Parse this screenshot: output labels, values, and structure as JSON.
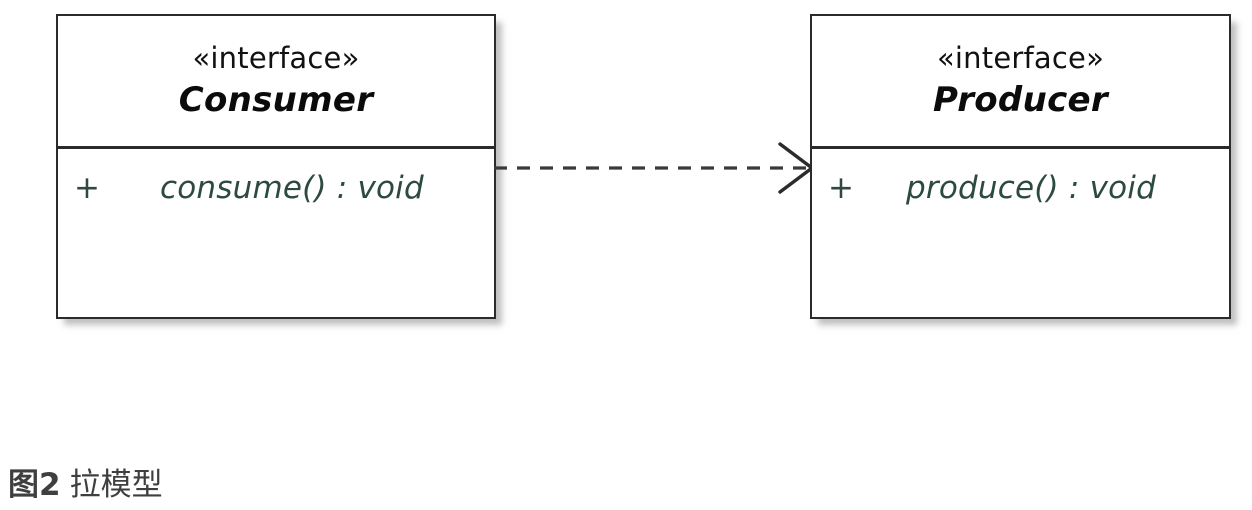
{
  "diagram": {
    "type": "uml-class-diagram",
    "background_color": "#ffffff",
    "caption": {
      "label": "图2",
      "text": "拉模型",
      "color": "#3f3f3f"
    },
    "classes": [
      {
        "id": "consumer",
        "stereotype": "«interface»",
        "name": "Consumer",
        "name_color": "#0b0b0b",
        "border_color": "#2b2b2b",
        "operations": [
          {
            "visibility": "+",
            "signature": "consume() : void",
            "color": "#2d4a3e"
          }
        ]
      },
      {
        "id": "producer",
        "stereotype": "«interface»",
        "name": "Producer",
        "name_color": "#0b0b0b",
        "border_color": "#2b2b2b",
        "operations": [
          {
            "visibility": "+",
            "signature": "produce() : void",
            "color": "#2d4a3e"
          }
        ]
      }
    ],
    "relationships": [
      {
        "id": "consumer-depends-on-producer",
        "kind": "dependency",
        "source": "Consumer",
        "target": "Producer",
        "line_style": "dashed",
        "arrowhead": "open",
        "color": "#3a3a3a",
        "label": ""
      }
    ]
  }
}
